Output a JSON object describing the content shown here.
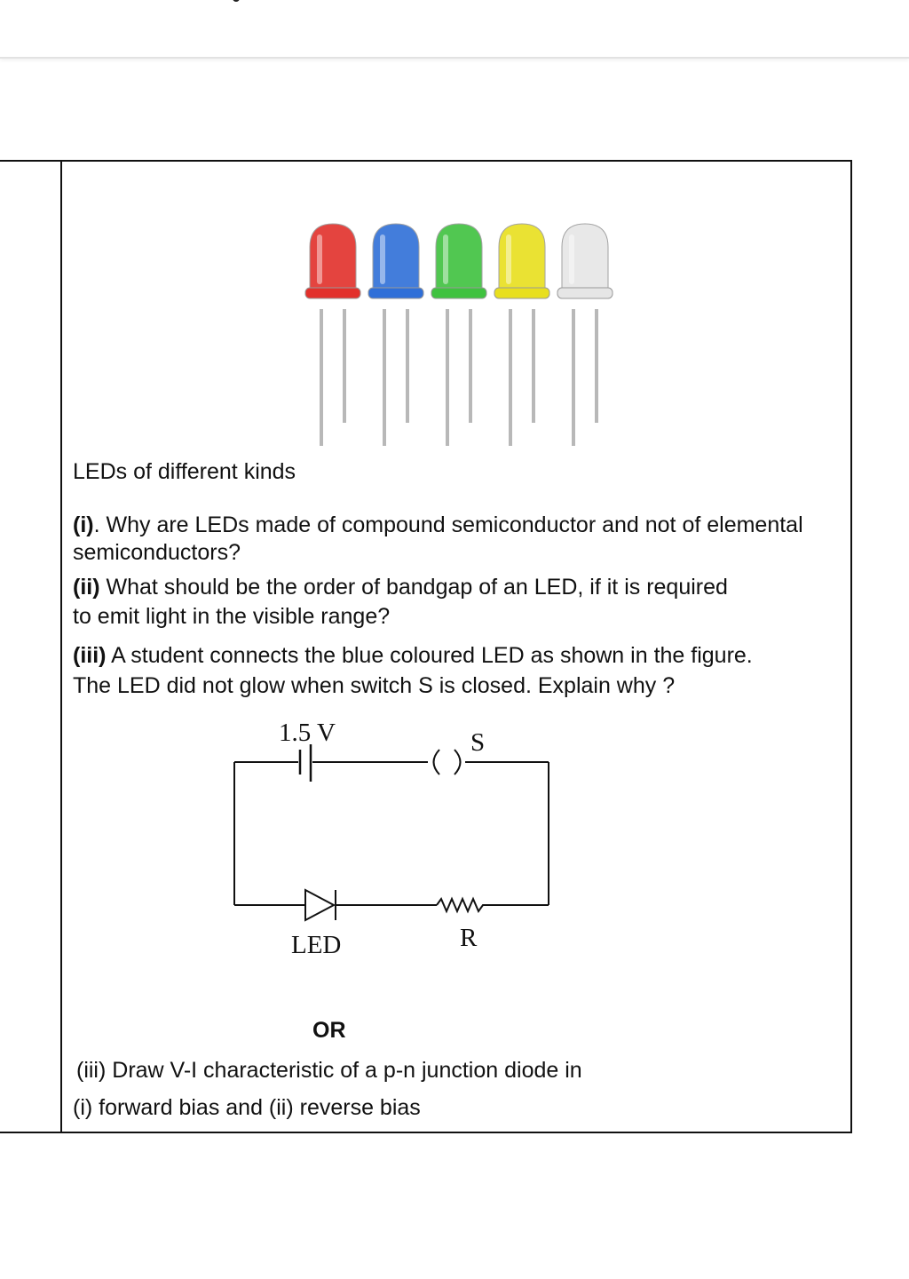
{
  "photo": {
    "caption": "LEDs of different kinds",
    "led_colors": [
      "#e2302b",
      "#2f6fd8",
      "#3fc23f",
      "#e8df1e",
      "#e6e6e6"
    ]
  },
  "questions": {
    "q1": {
      "label": "(i)",
      "line1": ". Why are LEDs made of compound semiconductor and not of elemental",
      "line2": "semiconductors?"
    },
    "q2": {
      "label": "(ii)",
      "line1": " What should be the order of bandgap of an LED, if it is required",
      "line2": "to emit light in the visible range?"
    },
    "q3": {
      "label": "(iii)",
      "line1": " A student connects the blue coloured LED as shown in the figure.",
      "line2": "The LED did not glow when switch S is closed. Explain why ?"
    }
  },
  "circuit": {
    "battery_label": "1.5 V",
    "switch_label": "S",
    "led_label": "LED",
    "resistor_label": "R"
  },
  "alternative": {
    "or_label": "OR",
    "line1": "(iii) Draw V-I characteristic of a p-n junction diode in",
    "line2": "(i) forward bias and (ii) reverse bias"
  }
}
